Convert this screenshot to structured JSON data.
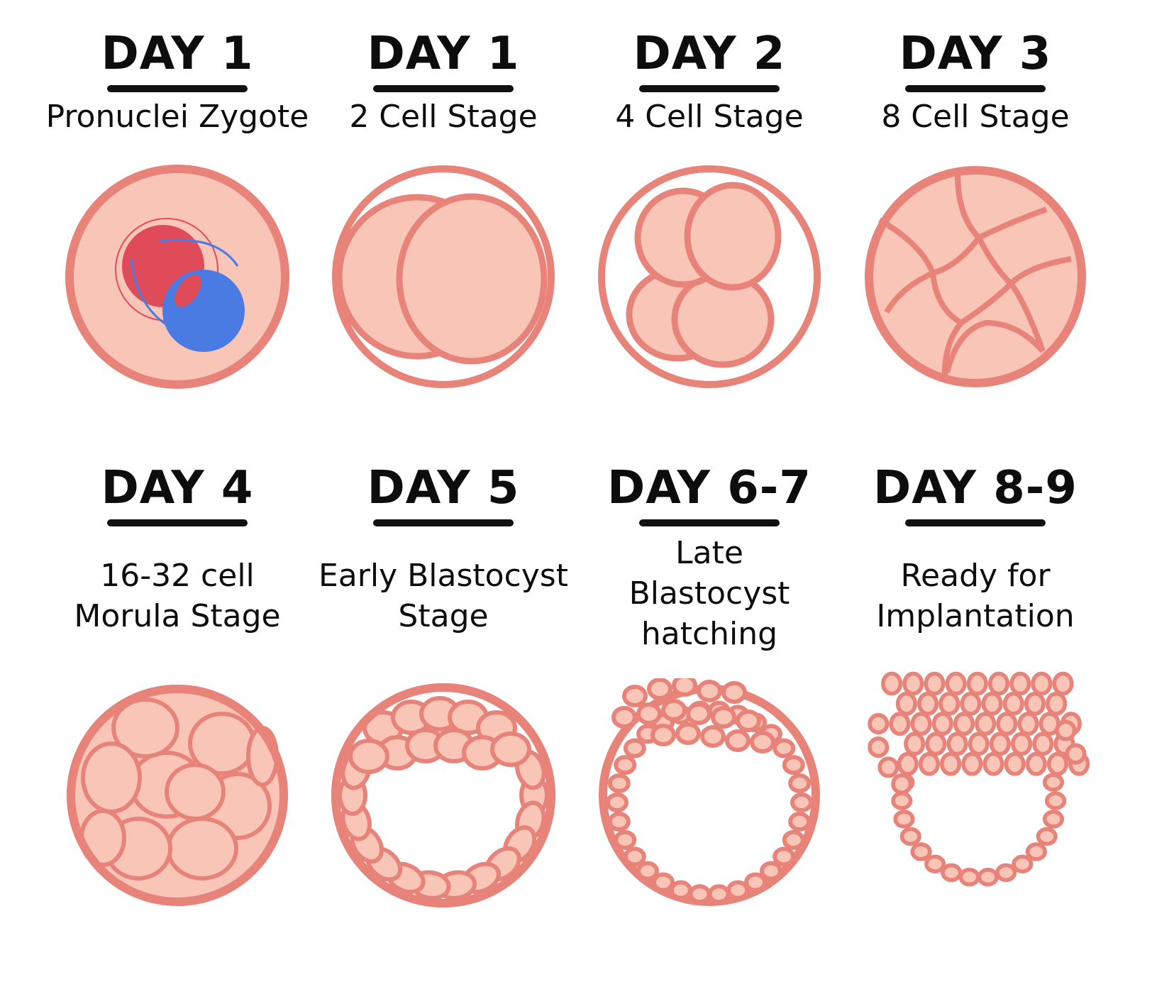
{
  "stages": [
    {
      "day": "DAY 1",
      "label": "Pronuclei Zygote",
      "icon": "zygote-icon"
    },
    {
      "day": "DAY 1",
      "label": "2 Cell Stage",
      "icon": "two-cell-icon"
    },
    {
      "day": "DAY 2",
      "label": "4 Cell Stage",
      "icon": "four-cell-icon"
    },
    {
      "day": "DAY 3",
      "label": "8 Cell Stage",
      "icon": "eight-cell-icon"
    },
    {
      "day": "DAY 4",
      "label": "16-32 cell\nMorula Stage",
      "icon": "morula-icon"
    },
    {
      "day": "DAY 5",
      "label": "Early Blastocyst\nStage",
      "icon": "early-blastocyst-icon"
    },
    {
      "day": "DAY 6-7",
      "label": "Late\nBlastocyst\nhatching",
      "icon": "hatching-blastocyst-icon"
    },
    {
      "day": "DAY 8-9",
      "label": "Ready for\nImplantation",
      "icon": "implantation-blastocyst-icon"
    }
  ],
  "colors": {
    "outline": "#e8837a",
    "fill": "#f8c5b7",
    "red_pronucleus": "#e04b5a",
    "blue_pronucleus": "#4a7be3",
    "text": "#0d0d0d"
  }
}
